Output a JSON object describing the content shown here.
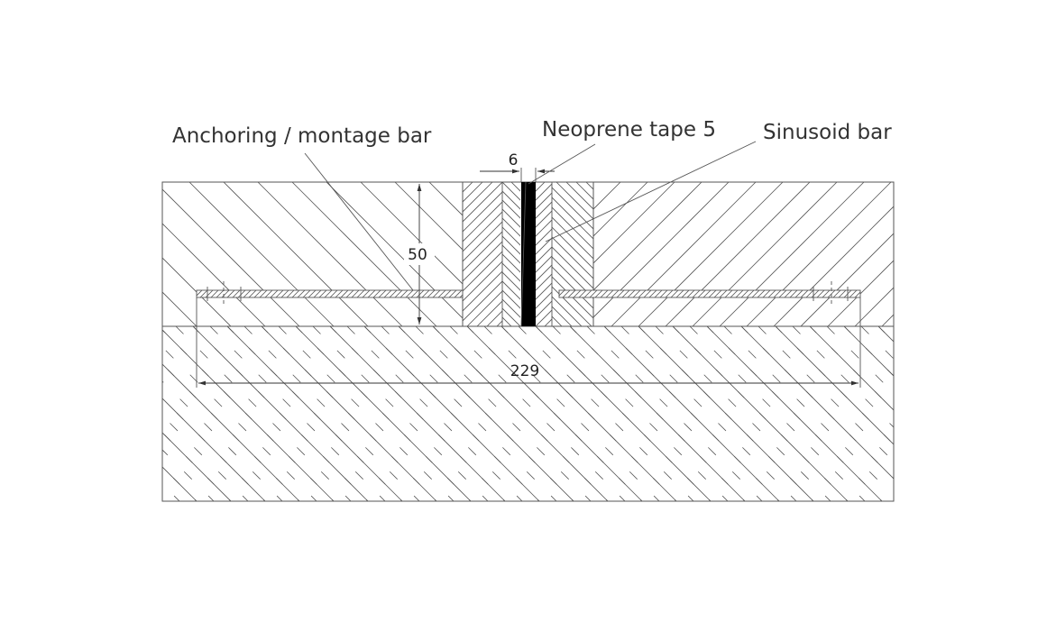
{
  "labels": {
    "anchoring_bar": "Anchoring / montage bar",
    "neoprene_tape": "Neoprene tape 5",
    "sinusoid_bar": "Sinusoid bar"
  },
  "dimensions": {
    "gap_width": "6",
    "height": "50",
    "total_width": "229"
  },
  "colors": {
    "line": "#555555",
    "text": "#333333",
    "tape": "#000000"
  }
}
